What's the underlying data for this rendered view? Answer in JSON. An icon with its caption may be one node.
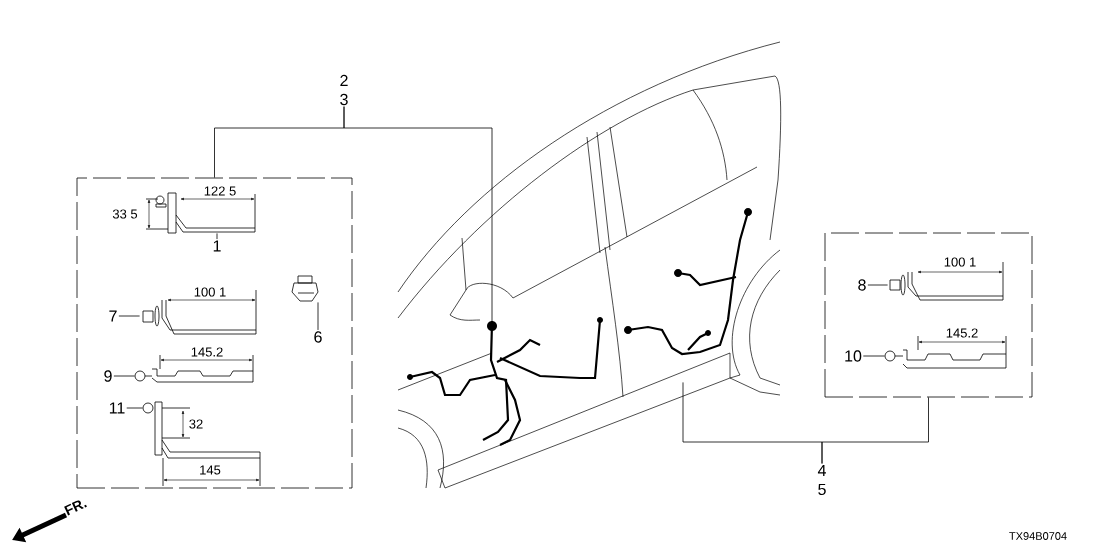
{
  "diagram": {
    "nodes": [
      {
        "text": [],
        "shape": "box"
      },
      {
        "text": [
          "1"
        ],
        "in": 0
      },
      {
        "text": [],
        "shape": "picture",
        "in": 0
      },
      {
        "text": [
          "7"
        ],
        "in": 0
      },
      {
        "text": [],
        "shape": "picture",
        "in": 0
      },
      {
        "text": [
          "9"
        ],
        "in": 0
      },
      {
        "text": [],
        "shape": "picture",
        "in": 0
      },
      {
        "text": [
          "11"
        ],
        "in": 0
      },
      {
        "text": [],
        "shape": "picture",
        "in": 0
      },
      {
        "text": [
          "6"
        ],
        "in": 0
      },
      {
        "text": [],
        "shape": "picture",
        "in": 0
      },
      {
        "text": [],
        "shape": "box"
      },
      {
        "text": [
          "8"
        ],
        "in": 11
      },
      {
        "text": [],
        "shape": "picture",
        "in": 11
      },
      {
        "text": [
          "10"
        ],
        "in": 11
      },
      {
        "text": [],
        "shape": "picture",
        "in": 11
      },
      {
        "text": [
          "2",
          "3"
        ]
      },
      {
        "text": [
          "4",
          "5"
        ]
      },
      {
        "text": [],
        "shape": "picture"
      },
      {
        "text": [],
        "shape": "picture"
      }
    ],
    "edges": [
      {
        "from": 1,
        "to": 2,
        "arrow": "none"
      },
      {
        "from": 3,
        "to": 4,
        "arrow": "none"
      },
      {
        "from": 5,
        "to": 6,
        "arrow": "none"
      },
      {
        "from": 7,
        "to": 8,
        "arrow": "none"
      },
      {
        "from": 9,
        "to": 10,
        "arrow": "none"
      },
      {
        "from": 12,
        "to": 13,
        "arrow": "none"
      },
      {
        "from": 14,
        "to": 15,
        "arrow": "none"
      },
      {
        "from": 16,
        "to": 0,
        "arrow": "none"
      },
      {
        "from": 16,
        "to": 18,
        "arrow": "none"
      },
      {
        "from": 17,
        "to": 11,
        "arrow": "none"
      },
      {
        "from": 17,
        "to": 19,
        "arrow": "none"
      }
    ],
    "labels": [
      "122 5",
      "33 5",
      "100 1",
      "145.2",
      "32",
      "145",
      "100 1",
      "145.2",
      "FR.",
      "TX94B0704"
    ]
  }
}
